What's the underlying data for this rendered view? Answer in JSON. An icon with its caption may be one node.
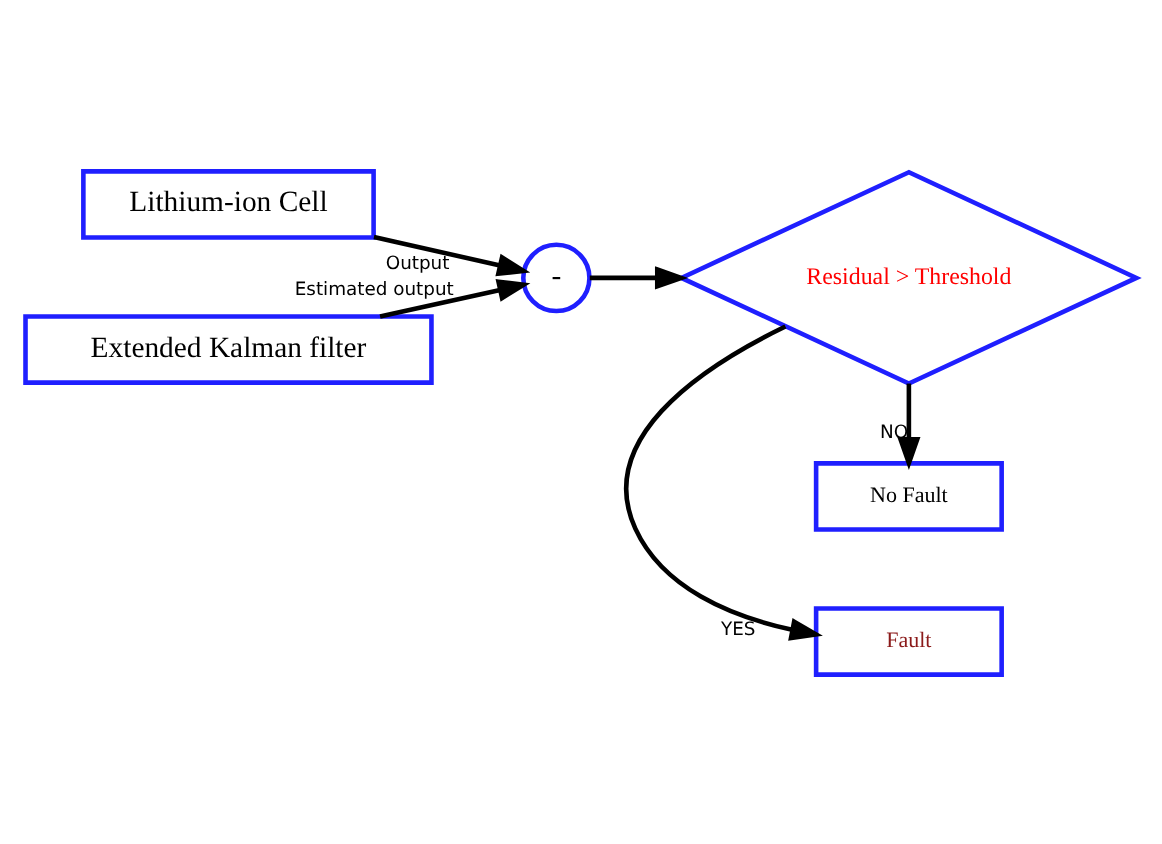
{
  "diagram": {
    "nodes": [
      {
        "text": [
          "Lithium-ion Cell"
        ]
      },
      {
        "text": [
          "Extended Kalman filter"
        ]
      },
      {
        "text": [
          "-"
        ]
      },
      {
        "text": [
          "Residual > Threshold"
        ]
      },
      {
        "text": [
          "Fault"
        ]
      },
      {
        "text": [
          "No Fault"
        ]
      }
    ],
    "edges": [
      {
        "from": 0,
        "to": 2,
        "arrow": "to",
        "label": "Output"
      },
      {
        "from": 1,
        "to": 2,
        "arrow": "to",
        "label": "Estimated output"
      },
      {
        "from": 2,
        "to": 3,
        "arrow": "to"
      },
      {
        "from": 3,
        "to": 4,
        "arrow": "to",
        "label": "YES"
      },
      {
        "from": 3,
        "to": 5,
        "arrow": "to",
        "label": "NO"
      }
    ]
  }
}
